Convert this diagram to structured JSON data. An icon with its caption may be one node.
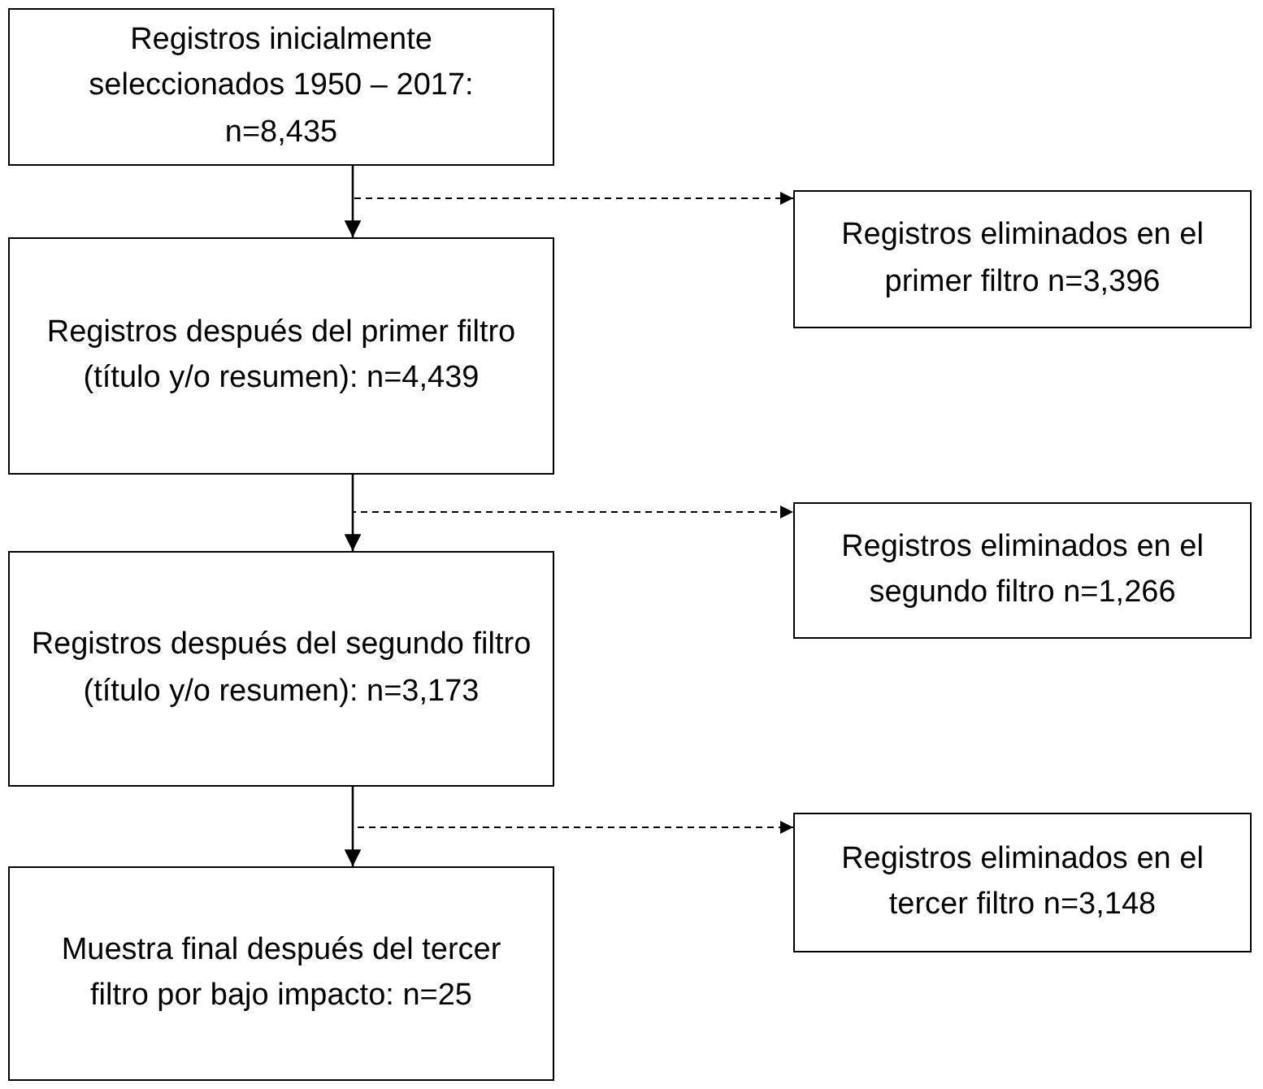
{
  "diagram": {
    "nodes": [
      {
        "text": [
          "Registros inicialmente seleccionados 1950 – 2017: n=8,435"
        ]
      },
      {
        "text": [
          "Registros eliminados en el primer filtro n=3,396"
        ]
      },
      {
        "text": [
          "Registros después del primer filtro (título y/o resumen): n=4,439"
        ]
      },
      {
        "text": [
          "Registros eliminados en el segundo filtro n=1,266"
        ]
      },
      {
        "text": [
          "Registros después del segundo filtro (título y/o resumen): n=3,173"
        ]
      },
      {
        "text": [
          "Registros eliminados en el tercer filtro n=3,148"
        ]
      },
      {
        "text": [
          "Muestra final después del tercer filtro por bajo impacto: n=25"
        ]
      }
    ],
    "edges": [
      {
        "from": 0,
        "to": 2,
        "arrow": "to"
      },
      {
        "from": 0,
        "to": 1,
        "arrow": "to",
        "style": "dashed"
      },
      {
        "from": 2,
        "to": 4,
        "arrow": "to"
      },
      {
        "from": 2,
        "to": 3,
        "arrow": "to",
        "style": "dashed"
      },
      {
        "from": 4,
        "to": 6,
        "arrow": "to"
      },
      {
        "from": 4,
        "to": 5,
        "arrow": "to",
        "style": "dashed"
      }
    ]
  }
}
